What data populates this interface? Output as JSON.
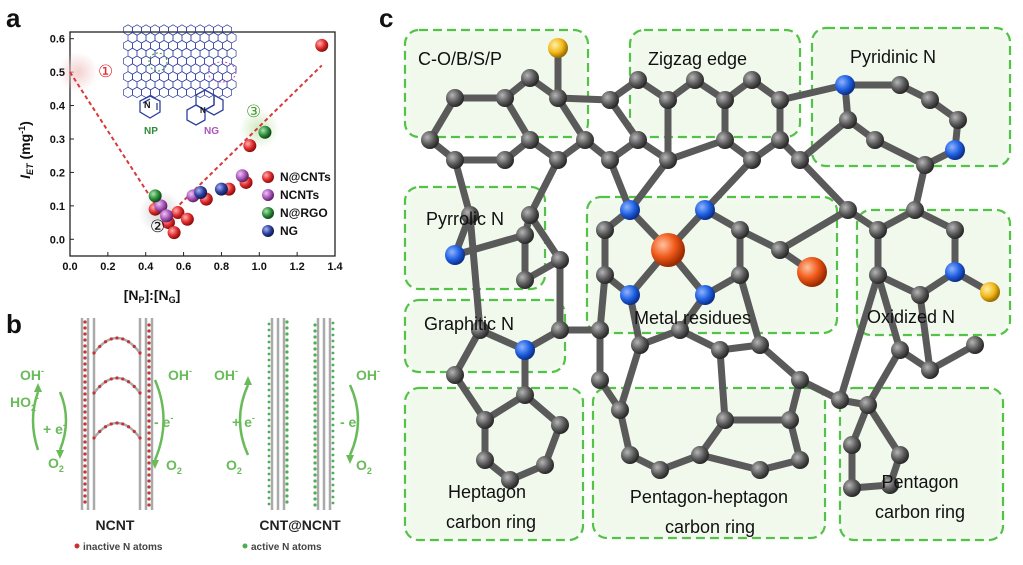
{
  "panel_labels": {
    "a": "a",
    "b": "b",
    "c": "c"
  },
  "panel_a": {
    "ylabel_main": "I",
    "ylabel_sub": "ET",
    "ylabel_unit": " (mg",
    "ylabel_unit_sup": "-1",
    "ylabel_close": ")",
    "xlabel": "[NP]:[NG]",
    "circled_markers": [
      "①",
      "②",
      "③"
    ],
    "inset_labels": [
      "NP",
      "NG"
    ]
  },
  "chart_data": {
    "type": "scatter",
    "title": "",
    "xlabel": "[NP]:[NG]",
    "ylabel": "IET (mg-1)",
    "xlim": [
      0.0,
      1.4
    ],
    "ylim": [
      -0.05,
      0.62
    ],
    "x_ticks": [
      "0.0",
      "0.2",
      "0.4",
      "0.6",
      "0.8",
      "1.0",
      "1.2",
      "1.4"
    ],
    "y_ticks": [
      "0.0",
      "0.1",
      "0.2",
      "0.3",
      "0.4",
      "0.5",
      "0.6"
    ],
    "legend_position": "bottom-right",
    "series": [
      {
        "name": "N@CNTs",
        "color": "#e02a2a",
        "points": [
          [
            0.45,
            0.09
          ],
          [
            0.52,
            0.05
          ],
          [
            0.57,
            0.08
          ],
          [
            0.55,
            0.02
          ],
          [
            0.62,
            0.06
          ],
          [
            0.72,
            0.12
          ],
          [
            0.84,
            0.15
          ],
          [
            0.93,
            0.17
          ],
          [
            0.95,
            0.28
          ],
          [
            1.33,
            0.58
          ]
        ]
      },
      {
        "name": "NCNTs",
        "color": "#a855b8",
        "points": [
          [
            0.48,
            0.1
          ],
          [
            0.51,
            0.07
          ],
          [
            0.65,
            0.13
          ],
          [
            0.91,
            0.19
          ]
        ]
      },
      {
        "name": "N@RGO",
        "color": "#2e8b3a",
        "points": [
          [
            0.45,
            0.13
          ],
          [
            1.03,
            0.32
          ]
        ]
      },
      {
        "name": "NG",
        "color": "#2e3f9e",
        "points": [
          [
            0.69,
            0.14
          ],
          [
            0.8,
            0.15
          ]
        ]
      }
    ],
    "trend_lines": [
      {
        "from": [
          0.0,
          0.5
        ],
        "to": [
          0.5,
          0.06
        ]
      },
      {
        "from": [
          0.5,
          0.06
        ],
        "to": [
          1.33,
          0.52
        ]
      }
    ]
  },
  "panel_b": {
    "left_caption": "NCNT",
    "left_sub": "inactive N atoms",
    "right_caption": "CNT@NCNT",
    "right_sub": "active N atoms",
    "oh": "OH",
    "oh_sup": "-",
    "ho2": "HO",
    "ho2_sub": "2",
    "ho2_sup": "-",
    "plus_e": "+ e",
    "minus_e": "- e",
    "e_sup": "-",
    "o2": "O",
    "o2_sub": "2",
    "inactive_color": "#c83232",
    "active_color": "#4caf50"
  },
  "panel_c": {
    "labels": {
      "cobsp": "C-O/B/S/P",
      "zigzag": "Zigzag edge",
      "pyridinic": "Pyridinic N",
      "pyrrolic": "Pyrrolic N",
      "graphitic": "Graphitic N",
      "metal": "Metal residues",
      "oxidized": "Oxidized N",
      "heptagon1": "Heptagon",
      "heptagon2": "carbon ring",
      "pentahepta1": "Pentagon-heptagon",
      "pentahepta2": "carbon ring",
      "pentagon1": "Pentagon",
      "pentagon2": "carbon ring"
    },
    "colors": {
      "box": "#54c248",
      "carbon": "#5a5a5a",
      "nitrogen": "#1f5fe0",
      "metal": "#f05a1a",
      "dopant": "#f2b81a"
    }
  }
}
